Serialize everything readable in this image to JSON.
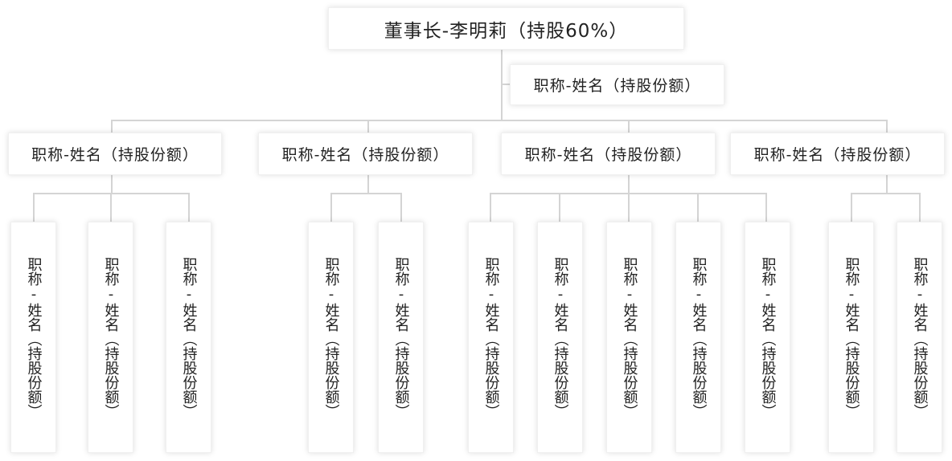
{
  "org_chart": {
    "chairman": {
      "label": "董事长-李明莉（持股60%）"
    },
    "side_node": {
      "label": "职称-姓名（持股份额）"
    },
    "departments": [
      {
        "label": "职称-姓名（持股份额）",
        "members": [
          "职称-姓名（持股份额）",
          "职称-姓名（持股份额）",
          "职称-姓名（持股份额）"
        ]
      },
      {
        "label": "职称-姓名（持股份额）",
        "members": [
          "职称-姓名（持股份额）",
          "职称-姓名（持股份额）"
        ]
      },
      {
        "label": "职称-姓名（持股份额）",
        "members": [
          "职称-姓名（持股份额）",
          "职称-姓名（持股份额）",
          "职称-姓名（持股份额）",
          "职称-姓名（持股份额）",
          "职称-姓名（持股份额）"
        ]
      },
      {
        "label": "职称-姓名（持股份额）",
        "members": [
          "职称-姓名（持股份额）",
          "职称-姓名（持股份额）"
        ]
      }
    ],
    "colors": {
      "connector": "#d4d4d4",
      "box_bg": "#ffffff",
      "text": "#222222"
    }
  }
}
